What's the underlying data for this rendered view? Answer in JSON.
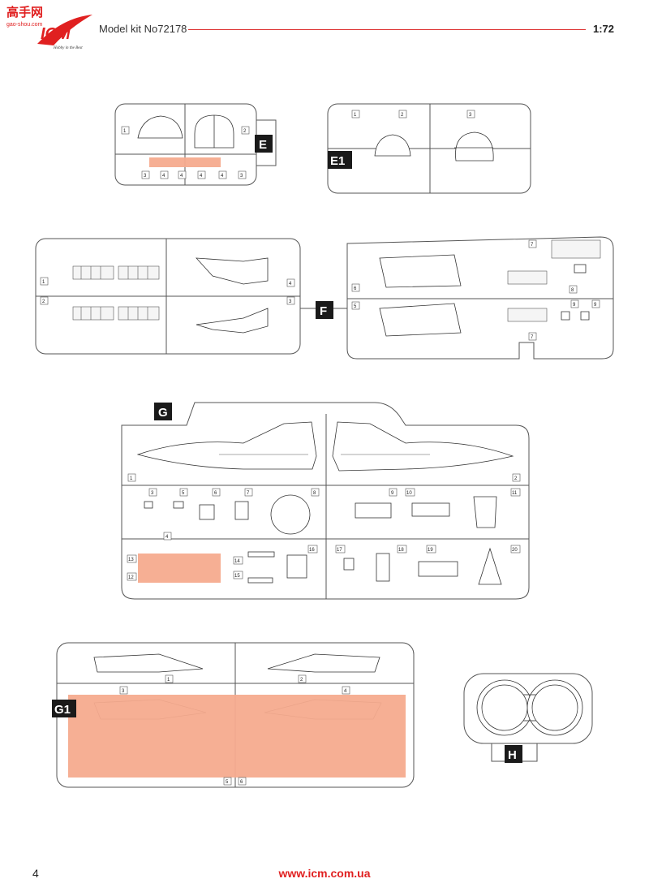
{
  "header": {
    "logo_top": "高手网",
    "logo_sub": "gao-shou.com",
    "logo_brand": "ICM",
    "logo_tagline": "Hobby in the Best",
    "title": "Model kit No72178",
    "scale": "1:72"
  },
  "sprues": {
    "E": "E",
    "E1": "E1",
    "F": "F",
    "G": "G",
    "G1": "G1",
    "H": "H"
  },
  "part_numbers": {
    "e": [
      "1",
      "2",
      "3",
      "4",
      "4",
      "4",
      "4",
      "3"
    ],
    "e1": [
      "1",
      "2",
      "3"
    ],
    "f_left": [
      "1",
      "2",
      "3",
      "4"
    ],
    "f_right": [
      "5",
      "6",
      "7",
      "7",
      "8",
      "9",
      "9"
    ],
    "g": [
      "1",
      "2",
      "3",
      "4",
      "5",
      "6",
      "7",
      "8",
      "9",
      "10",
      "11",
      "12",
      "13",
      "14",
      "15",
      "16",
      "17",
      "18",
      "19",
      "20"
    ],
    "g1": [
      "1",
      "2",
      "3",
      "4",
      "5",
      "6"
    ]
  },
  "footer": {
    "page": "4",
    "url": "www.icm.com.ua"
  },
  "colors": {
    "accent_red": "#e02020",
    "mask": "#f6ab8e"
  }
}
